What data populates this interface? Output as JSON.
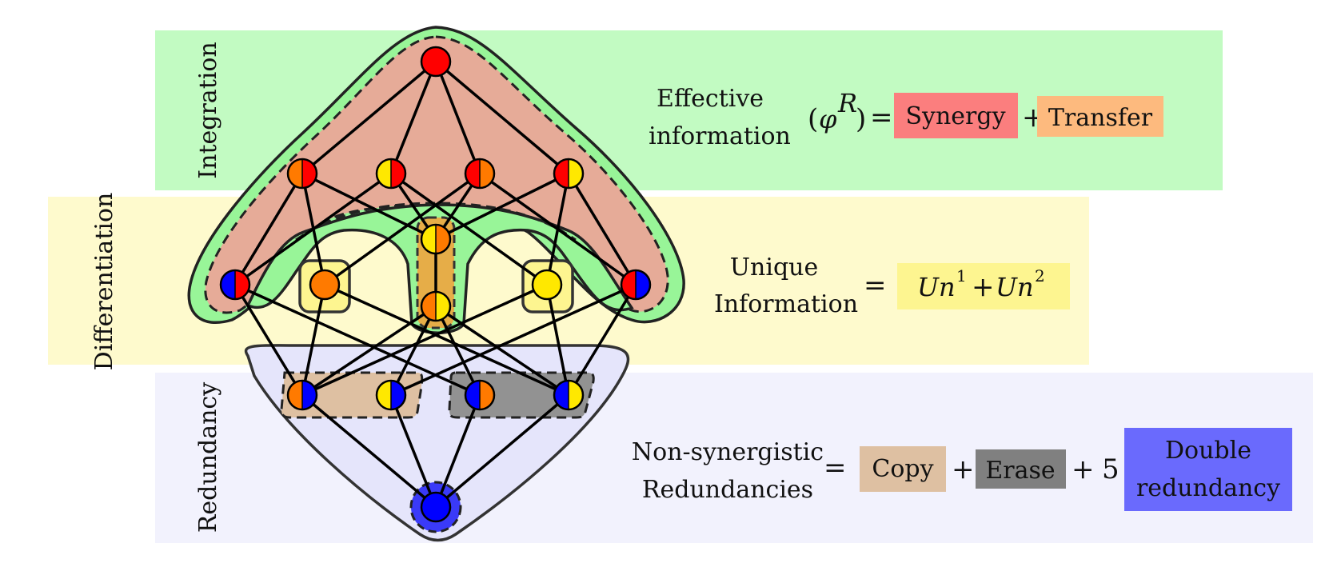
{
  "bands": {
    "integration": "Integration",
    "differentiation": "Differentiation",
    "redundancy": "Redundancy"
  },
  "equations": {
    "integration": {
      "lhs_line1": "Effective",
      "lhs_line2": "information",
      "phi": "φ",
      "phi_sup": "R",
      "equals": "=",
      "term1": "Synergy",
      "plus": "+",
      "term2": "Transfer"
    },
    "differentiation": {
      "lhs_line1": "Unique",
      "lhs_line2": "Information",
      "equals": "=",
      "un1": "Un",
      "un1_sup": "1",
      "plus": "+",
      "un2": "Un",
      "un2_sup": "2"
    },
    "redundancy": {
      "lhs_line1": "Non-synergistic",
      "lhs_line2": "Redundancies",
      "equals": "=",
      "term1": "Copy",
      "plus1": "+",
      "term2": "Erase",
      "plus2": "+",
      "coef": "5",
      "term3_line1": "Double",
      "term3_line2": "redundancy"
    }
  },
  "colors": {
    "integration_band": "#c2fbc2",
    "differentiation_band": "#fefacd",
    "redundancy_band": "#f2f2fd",
    "synergy": "#fb7e7e",
    "transfer": "#fdba7e",
    "unique": "#fdf590",
    "copy": "#dec0a2",
    "erase": "#808080",
    "double": "#6a6afd",
    "node_red": "#ff0000",
    "node_orange": "#ff7a00",
    "node_yellow": "#ffe800",
    "node_blue": "#0000ff"
  }
}
